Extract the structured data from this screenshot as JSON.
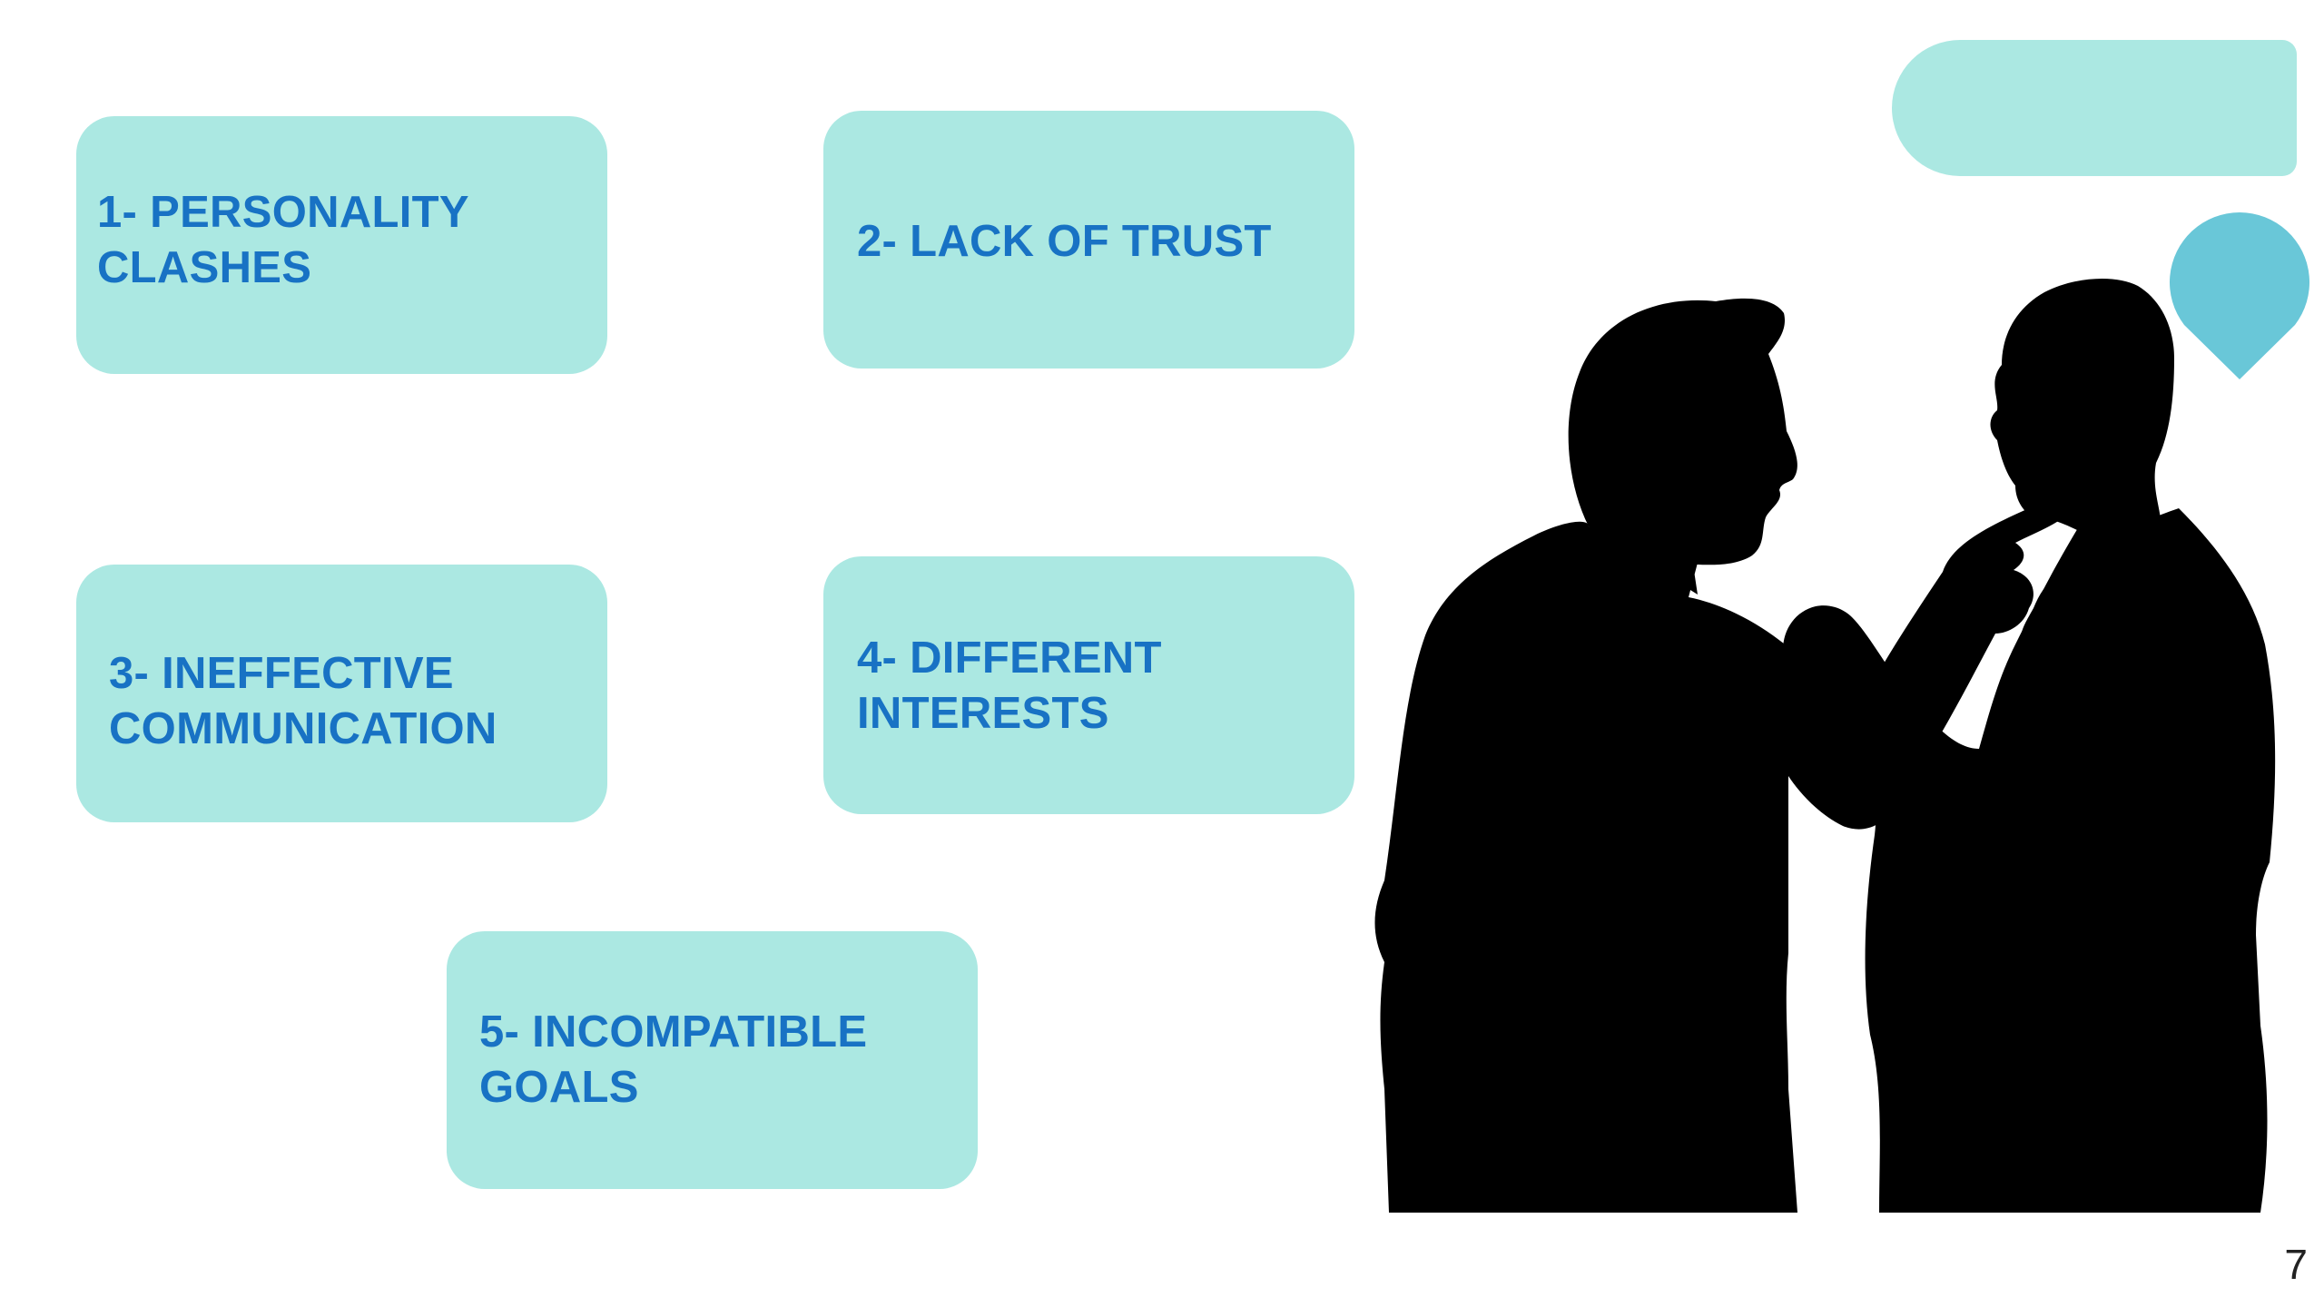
{
  "slide": {
    "page_number": "7",
    "causes": [
      {
        "label": "1- PERSONALITY\nCLASHES"
      },
      {
        "label": "2- LACK OF TRUST"
      },
      {
        "label": "3- INEFFECTIVE\nCOMMUNICATION"
      },
      {
        "label": "4- DIFFERENT\nINTERESTS"
      },
      {
        "label": "5- INCOMPATIBLE\nGOALS"
      }
    ]
  },
  "colors": {
    "box_fill": "#abe8e2",
    "box_text": "#1872c4",
    "pin_fill": "#69c7d8",
    "silhouette": "#000000"
  },
  "icons": {
    "speech_bubble": "speech-bubble-pill",
    "pin": "location-pin-icon",
    "people": "arguing-men-silhouette"
  }
}
